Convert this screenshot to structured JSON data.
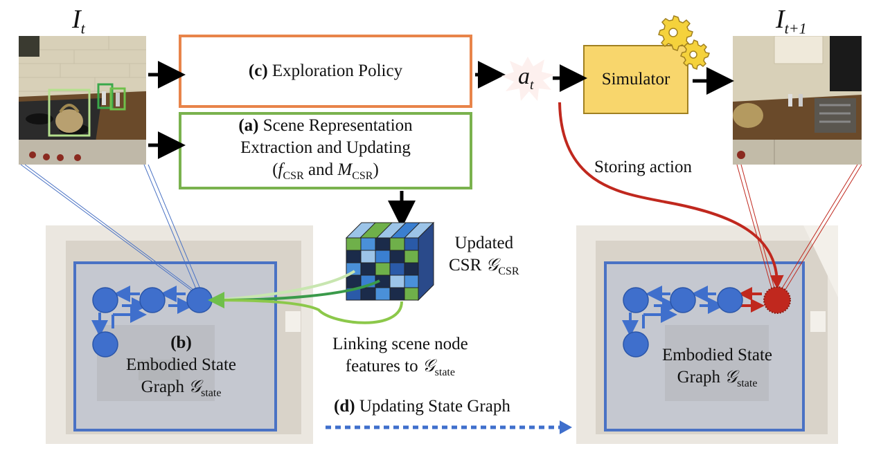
{
  "left_frame_label": "I",
  "left_frame_sub": "t",
  "right_frame_label": "I",
  "right_frame_sub": "t+1",
  "policy": {
    "letter": "(c)",
    "text": "Exploration Policy"
  },
  "scene": {
    "letter": "(a)",
    "line1": "Scene Representation",
    "line2": "Extraction and Updating",
    "line3_open": "(",
    "f": "f",
    "f_sub": "CSR",
    "and": " and ",
    "m": "M",
    "m_sub": "CSR",
    "line3_close": ")"
  },
  "action": {
    "label": "a",
    "sub": "t"
  },
  "simulator": "Simulator",
  "storing_action": "Storing action",
  "csr": {
    "line1": "Updated",
    "line2": "CSR ",
    "g": "𝒢",
    "g_sub": "CSR"
  },
  "linking": {
    "line1": "Linking scene node",
    "line2": "features to ",
    "g": "𝒢",
    "g_sub": "state"
  },
  "left_graph": {
    "letter": "(b)",
    "line1": "Embodied State",
    "line2": "Graph ",
    "g": "𝒢",
    "g_sub": "state"
  },
  "right_graph": {
    "line1": "Embodied State",
    "line2": "Graph ",
    "g": "𝒢",
    "g_sub": "state"
  },
  "updating": {
    "letter": "(d)",
    "text": "Updating State Graph"
  },
  "colors": {
    "policy_border": "#e8844a",
    "scene_border": "#7ab24e",
    "simulator_fill": "#f8d66c",
    "gear": "#f5d23c",
    "graph_blue": "#3f6fcc",
    "storing_red": "#c0281e",
    "link_green": "#6fbf4a"
  }
}
